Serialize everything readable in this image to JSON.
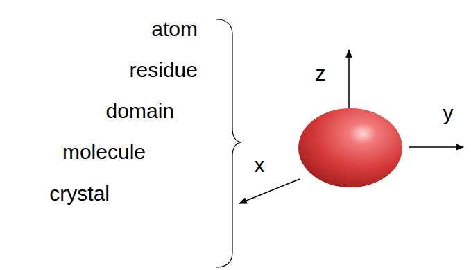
{
  "diagram": {
    "labels": [
      "atom",
      "residue",
      "domain",
      "molecule",
      "crystal",
      "z",
      "y",
      "x"
    ]
  }
}
